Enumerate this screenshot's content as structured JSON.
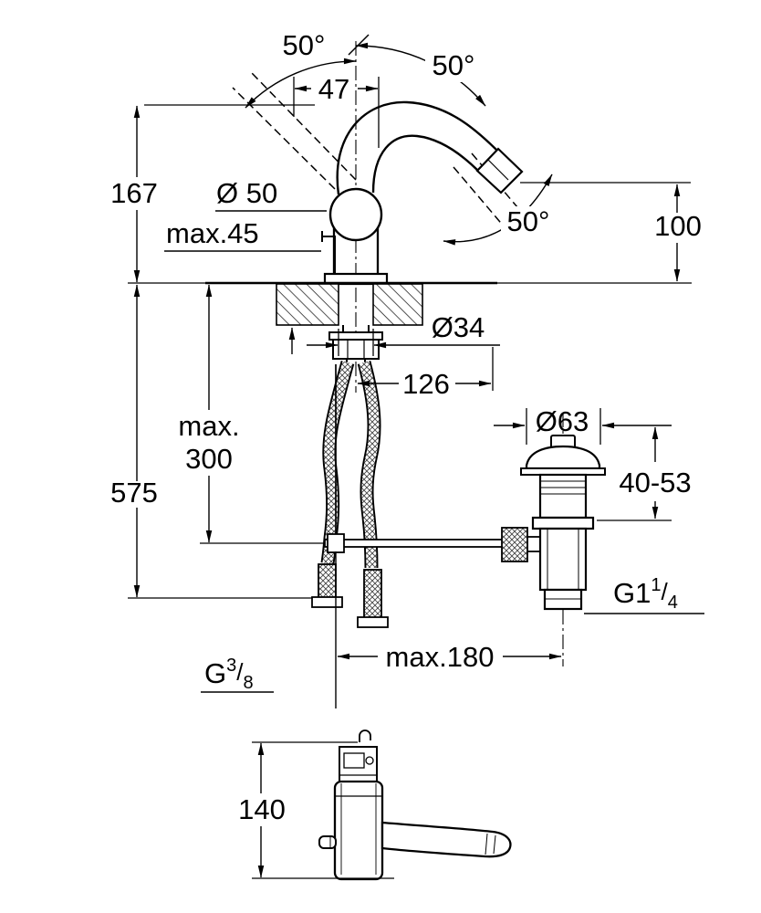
{
  "style": {
    "ink": "#000000",
    "background": "#ffffff"
  },
  "labels": {
    "angle_swivel_left": "50°",
    "angle_swivel_right": "50°",
    "angle_nozzle": "50°",
    "offset_47": "47",
    "height_167": "167",
    "dia_ball": "Ø 50",
    "max_deck": "max.45",
    "height_100": "100",
    "dia_hole": "Ø34",
    "len_126": "126",
    "max_hose_line1": "max.",
    "max_hose_line2": "300",
    "height_575": "575",
    "dia_waste": "Ø63",
    "range_40_53": "40-53",
    "reach_180": "max.180",
    "height_140": "140",
    "thread_waste": {
      "base": "G1",
      "sup": "1",
      "slash": "/",
      "sub": "4"
    },
    "thread_supply": {
      "base": "G",
      "sup": "3",
      "slash": "/",
      "sub": "8"
    }
  }
}
